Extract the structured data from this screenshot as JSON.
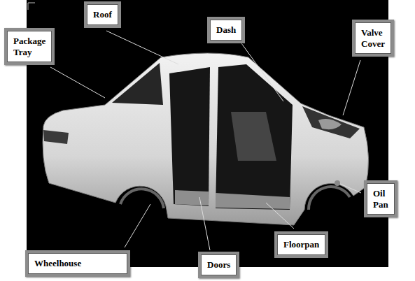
{
  "diagram": {
    "nodes": [
      {
        "text": [
          "Roof"
        ]
      },
      {
        "text": [
          "Dash"
        ]
      },
      {
        "text": [
          "Valve Cover"
        ]
      },
      {
        "text": [
          "Package Tray"
        ]
      },
      {
        "text": [
          "Oil Pan"
        ]
      },
      {
        "text": [
          "Floorpan"
        ]
      },
      {
        "text": [
          "Wheelhouse"
        ]
      },
      {
        "text": [
          "Doors"
        ]
      }
    ]
  }
}
